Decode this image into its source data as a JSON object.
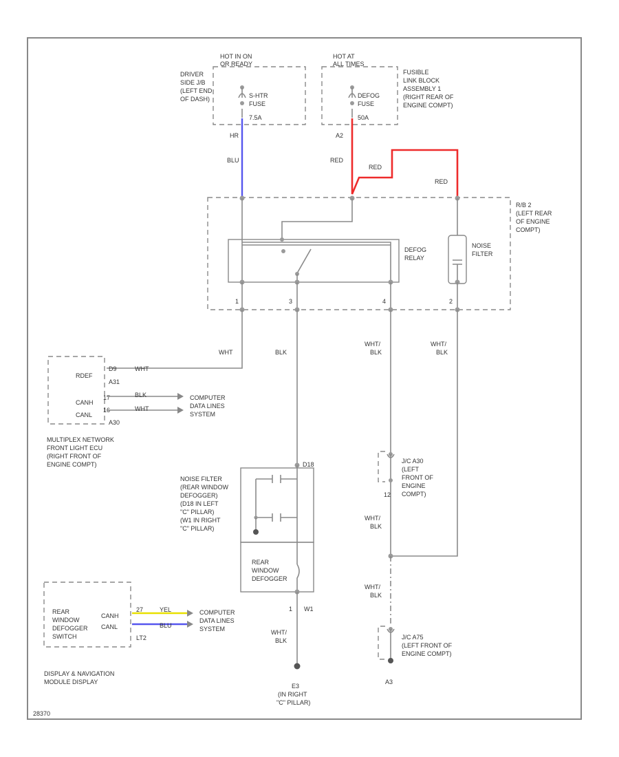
{
  "diagram": {
    "corner_code": "28370",
    "fuse_driver": {
      "lines": [
        "HOT IN ON",
        "OR READY"
      ],
      "fuse_name": [
        "S-HTR",
        "FUSE"
      ],
      "fuse_rating": "7.5A"
    },
    "fuse_driver_location": [
      "DRIVER",
      "SIDE J/B",
      "(LEFT END",
      "OF DASH)"
    ],
    "fuse_defog": {
      "lines": [
        "HOT AT",
        "ALL TIMES"
      ],
      "fuse_name": [
        "DEFOG",
        "FUSE"
      ],
      "fuse_rating": "50A"
    },
    "fusible_link_location": [
      "FUSIBLE",
      "LINK BLOCK",
      "ASSEMBLY 1",
      "(RIGHT REAR OF",
      "ENGINE COMPT)"
    ],
    "wires": {
      "hr_pin": "HR",
      "blu": "BLU",
      "a2_pin": "A2",
      "red1": "RED",
      "red2": "RED",
      "red3": "RED",
      "wht": "WHT",
      "blk_main": "BLK",
      "whtblk_left": [
        "WHT/",
        "BLK"
      ],
      "whtblk_right": [
        "WHT/",
        "BLK"
      ],
      "whtblk_mid": [
        "WHT/",
        "BLK"
      ],
      "whtblk_low": [
        "WHT/",
        "BLK"
      ],
      "whtblk_ground": [
        "WHT/",
        "BLK"
      ]
    },
    "rb2": {
      "lines": [
        "R/B 2",
        "(LEFT REAR",
        "OF ENGINE",
        "COMPT)"
      ]
    },
    "defog_relay": [
      "DEFOG",
      "RELAY"
    ],
    "noise_filter": [
      "NOISE",
      "FILTER"
    ],
    "pins": {
      "p1": "1",
      "p3": "3",
      "p4": "4",
      "p2": "2"
    },
    "ecu": {
      "rdef": "RDEF",
      "canh": "CANH",
      "canl": "CANL",
      "pin_d9": "D9",
      "pin_a31": "A31",
      "pin_17": "17",
      "pin_16": "16",
      "pin_a30": "A30",
      "wire_wht": "WHT",
      "wire_blk": "BLK",
      "wire_wht2": "WHT",
      "dest": [
        "COMPUTER",
        "DATA LINES",
        "SYSTEM"
      ],
      "title": [
        "MULTIPLEX NETWORK",
        "FRONT LIGHT ECU",
        "(RIGHT FRONT OF",
        "ENGINE COMPT)"
      ]
    },
    "noise_filter_rear": {
      "pin": "D18",
      "lines": [
        "NOISE FILTER",
        "(REAR WINDOW",
        "DEFOGGER)",
        "(D18 IN LEFT",
        "\"C\" PILLAR)",
        "(W1 IN RIGHT",
        "\"C\" PILLAR)"
      ]
    },
    "rear_defogger": [
      "REAR",
      "WINDOW",
      "DEFOGGER"
    ],
    "pins2": {
      "w1_pin": "1",
      "w1": "W1"
    },
    "jc_a30": {
      "lines": [
        "J/C A30",
        "(LEFT",
        "FRONT OF",
        "ENGINE",
        "COMPT)"
      ],
      "pin": "12"
    },
    "jc_a75": {
      "lines": [
        "J/C A75",
        "(LEFT FRONT OF",
        "ENGINE COMPT)"
      ],
      "pin": "A3"
    },
    "ground": {
      "name": "E3",
      "lines": [
        "(IN RIGHT",
        "\"C\" PILLAR)"
      ]
    },
    "switch": {
      "lines": [
        "REAR",
        "WINDOW",
        "DEFOGGER",
        "SWITCH"
      ],
      "canh": "CANH",
      "canl": "CANL",
      "pin_27": "27",
      "pin_lt2": "LT2",
      "wire_yel": "YEL",
      "wire_blu": "BLU",
      "dest": [
        "COMPUTER",
        "DATA LINES",
        "SYSTEM"
      ],
      "title": [
        "DISPLAY & NAVIGATION",
        "MODULE DISPLAY"
      ]
    },
    "colors": {
      "line": "#888888",
      "red_wire": "#ee2b2b",
      "blue_wire": "#5555ee",
      "yellow_wire": "#e8e000"
    }
  }
}
